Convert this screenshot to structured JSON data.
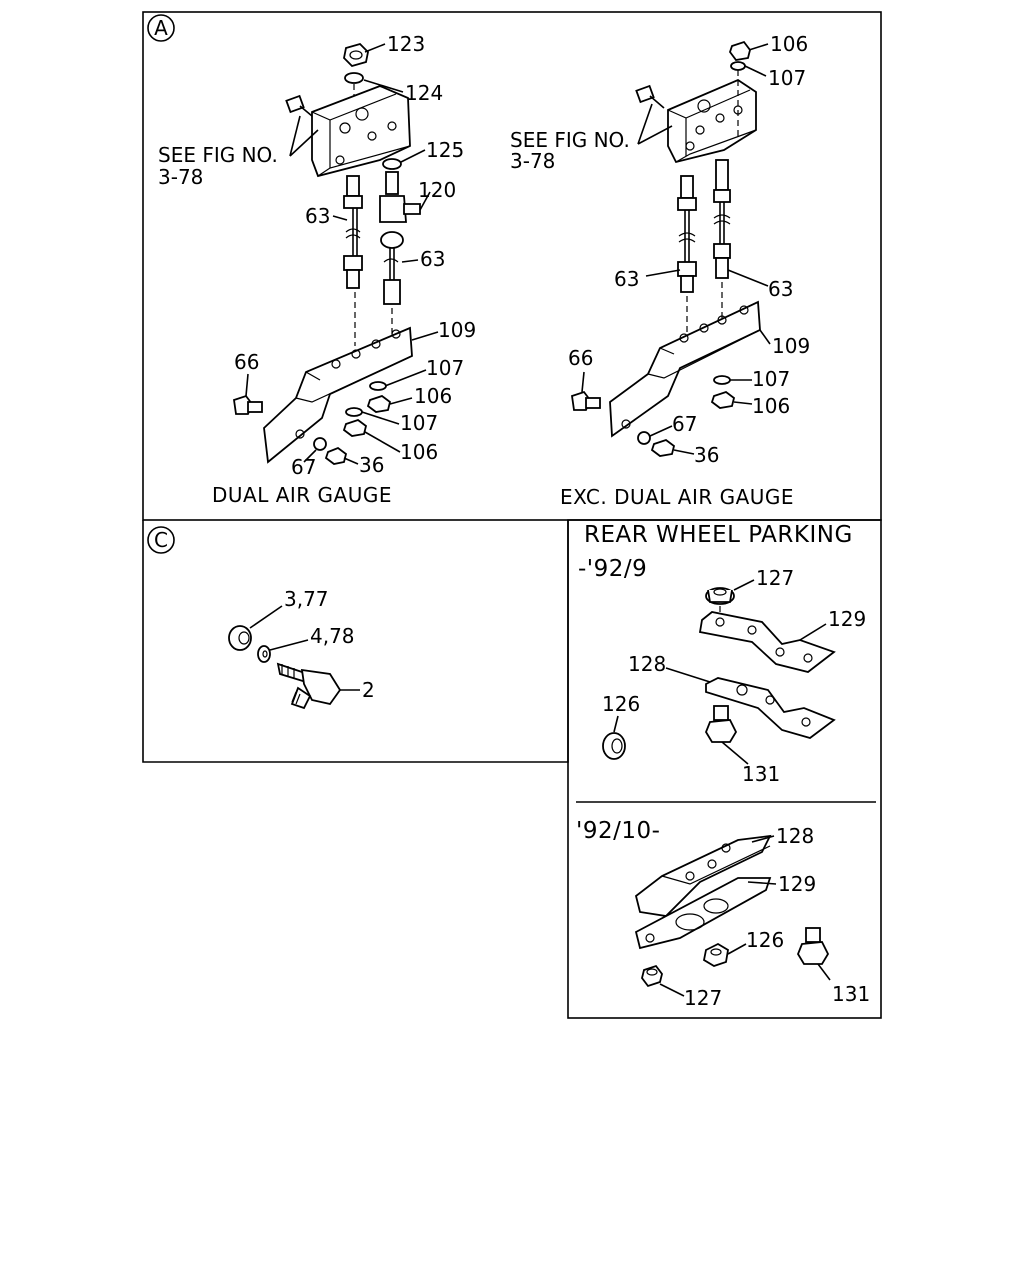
{
  "panels": {
    "a": {
      "tag": "A",
      "left_caption": "DUAL AIR GAUGE",
      "right_caption": "EXC. DUAL AIR GAUGE",
      "see_fig_line1": "SEE FIG NO.",
      "see_fig_line2": "3-78",
      "left_callouts": [
        "123",
        "124",
        "125",
        "120",
        "63",
        "63",
        "109",
        "66",
        "107",
        "106",
        "107",
        "106",
        "67",
        "36"
      ],
      "right_callouts": [
        "106",
        "107",
        "63",
        "63",
        "109",
        "66",
        "107",
        "106",
        "67",
        "36"
      ]
    },
    "c": {
      "tag": "C",
      "callouts": [
        "3,77",
        "4,78",
        "2"
      ]
    },
    "rear_wheel_parking": {
      "title": "REAR WHEEL PARKING",
      "upper_range": "-'92/9",
      "upper_callouts": [
        "127",
        "129",
        "128",
        "126",
        "131"
      ],
      "lower_range": "'92/10-",
      "lower_callouts": [
        "128",
        "129",
        "126",
        "131",
        "127"
      ]
    }
  }
}
